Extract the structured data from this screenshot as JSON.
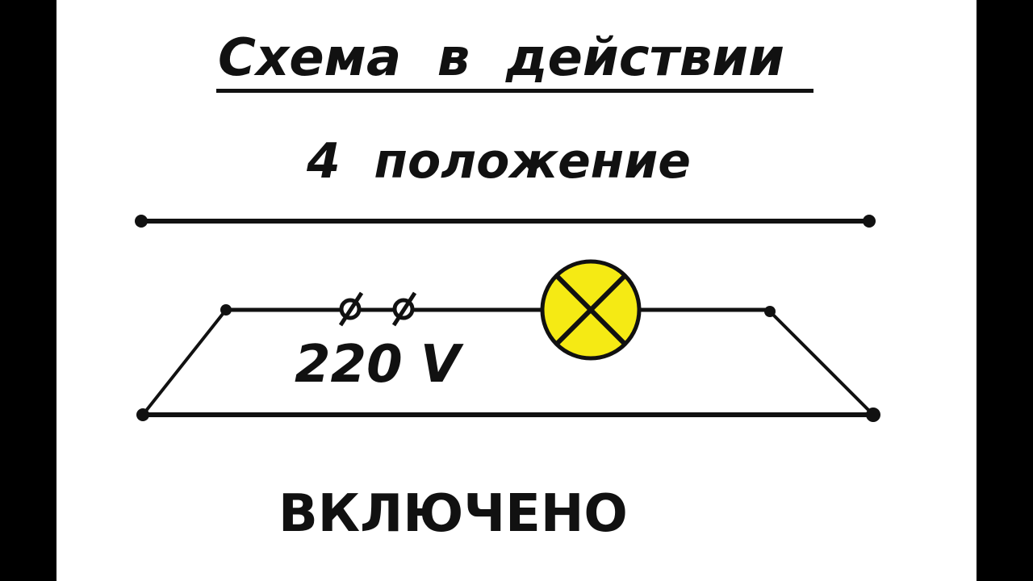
{
  "title": "Схема  в  действии",
  "subtitle": "4  положение",
  "voltage_label": "220 V",
  "terminal_symbol": "ø ø",
  "status": "ВКЛЮЧЕНО",
  "colors": {
    "background": "#ffffff",
    "frame": "#000000",
    "ink": "#111111",
    "lamp_fill": "#f5ea14"
  },
  "icons": [
    "lamp-icon",
    "terminal-icon"
  ]
}
